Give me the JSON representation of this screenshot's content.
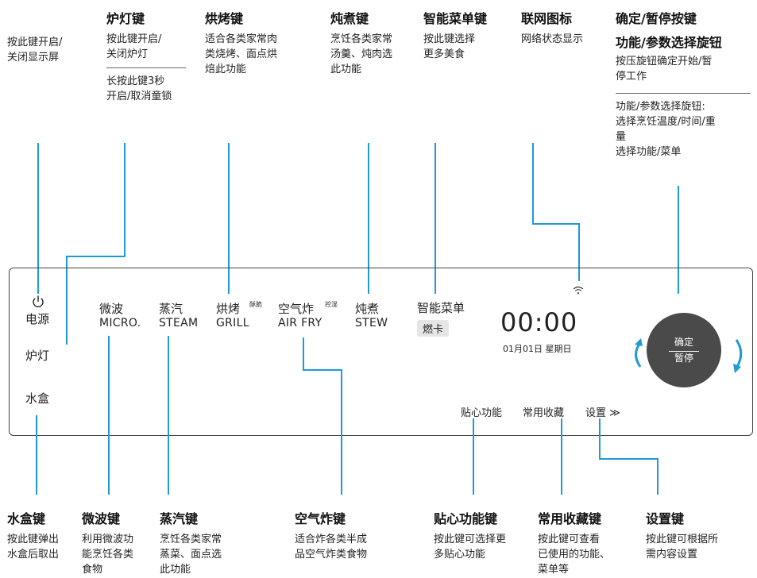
{
  "top_left": {
    "desc": [
      "按此键开启/",
      "关闭显示屏"
    ]
  },
  "lamp": {
    "title": "炉灯键",
    "desc1": [
      "按此键开启/",
      "关闭炉灯"
    ],
    "desc2": [
      "长按此键3秒",
      "开启/取消童锁"
    ]
  },
  "bake": {
    "title": "烘烤键",
    "desc": [
      "适合各类家常肉",
      "类烧烤、面点烘",
      "焙此功能"
    ]
  },
  "stew": {
    "title": "炖煮键",
    "desc": [
      "烹饪各类家常",
      "汤羹、炖肉选",
      "此功能"
    ]
  },
  "smart": {
    "title": "智能菜单键",
    "desc": [
      "按此键选择",
      "更多美食"
    ]
  },
  "wifi": {
    "title": "联网图标",
    "desc": [
      "网络状态显示"
    ]
  },
  "knob_info": {
    "title1": "确定/暂停按键",
    "title2": "功能/参数选择旋钮",
    "desc1": [
      "按压旋钮确定开始/暂",
      "停工作"
    ],
    "desc2": [
      "功能/参数选择旋钮:",
      "选择烹饪温度/时间/重",
      "量",
      "选择功能/菜单"
    ]
  },
  "panel": {
    "power": "电源",
    "lamp": "炉灯",
    "water": "水盒",
    "micro_cn": "微波",
    "micro_en": "MICRO.",
    "steam_cn": "蒸汽",
    "steam_en": "STEAM",
    "grill_cn": "烘烤",
    "grill_sup": "酥脆",
    "grill_en": "GRILL",
    "airfry_cn": "空气炸",
    "airfry_sup": "控湿",
    "airfry_en": "AIR FRY",
    "stew_cn": "炖煮",
    "stew_en": "STEW",
    "smart_cn": "智能菜单",
    "smart_chip": "燃卡",
    "time": "00:00",
    "date": "01月01日 星期日",
    "care": "贴心功能",
    "fav": "常用收藏",
    "settings": "设置 ≫",
    "knob_line1": "确定",
    "knob_line2": "暂停"
  },
  "bottom": {
    "water": {
      "title": "水盒键",
      "desc": [
        "按此键弹出",
        "水盒后取出"
      ]
    },
    "micro": {
      "title": "微波键",
      "desc": [
        "利用微波功",
        "能烹饪各类",
        "食物"
      ]
    },
    "steam": {
      "title": "蒸汽键",
      "desc": [
        "烹饪各类家常",
        "蒸菜、面点选",
        "此功能"
      ]
    },
    "airfry": {
      "title": "空气炸键",
      "desc": [
        "适合炸各类半成",
        "品空气炸类食物"
      ]
    },
    "care": {
      "title": "贴心功能键",
      "desc": [
        "按此键可选择更",
        "多贴心功能"
      ]
    },
    "fav": {
      "title": "常用收藏键",
      "desc": [
        "按此键可查看",
        "已使用的功能、",
        "菜单等"
      ]
    },
    "settings": {
      "title": "设置键",
      "desc": [
        "按此键可根据所",
        "需内容设置"
      ]
    }
  },
  "colors": {
    "accent": "#1e9ad6",
    "knob": "#4a4a4a"
  }
}
